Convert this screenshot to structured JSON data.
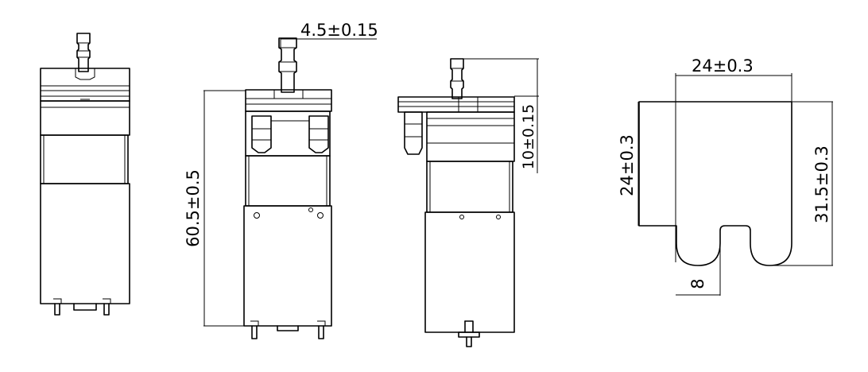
{
  "dimensions": {
    "outlet_offset": "4.5±0.15",
    "overall_height": "60.5±0.5",
    "port_height": "10±0.15",
    "body_width": "24±0.3",
    "body_depth": "24±0.3",
    "total_depth": "31.5±0.3",
    "tab_width": "8"
  },
  "colors": {
    "line": "#000000",
    "background": "#ffffff"
  }
}
